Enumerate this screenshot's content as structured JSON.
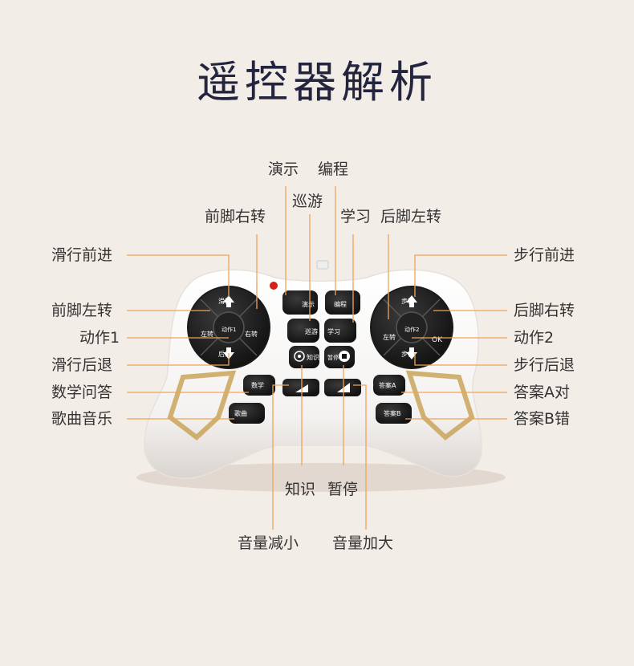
{
  "title": "遥控器解析",
  "labels": {
    "demo": "演示",
    "program": "编程",
    "patrol": "巡游",
    "front_foot_right": "前脚右转",
    "study": "学习",
    "rear_foot_left": "后脚左转",
    "slide_forward": "滑行前进",
    "walk_forward": "步行前进",
    "front_foot_left": "前脚左转",
    "rear_foot_right": "后脚右转",
    "action1": "动作1",
    "action2": "动作2",
    "slide_back": "滑行后退",
    "walk_back": "步行后退",
    "math_qa": "数学问答",
    "answer_a": "答案A对",
    "songs_music": "歌曲音乐",
    "answer_b": "答案B错",
    "knowledge": "知识",
    "pause": "暂停",
    "volume_down": "音量减小",
    "volume_up": "音量加大"
  },
  "buttons": {
    "slide_fwd": "滑行",
    "left_pad_left": "左转",
    "left_pad_center": "动作1",
    "left_pad_right": "右转",
    "slide_back": "后退",
    "right_pad_left": "左转",
    "right_pad_center": "动作2",
    "right_pad_right": "OK",
    "walk_fwd": "步行",
    "walk_back": "步行",
    "demo": "演示",
    "program": "编程",
    "patrol": "巡游",
    "study": "学习",
    "knowledge": "知识",
    "pause": "暂停",
    "math": "数学",
    "song": "歌曲",
    "answer_a": "答案A",
    "answer_b": "答案B"
  },
  "colors": {
    "background": "#f3ede7",
    "title": "#22253d",
    "callout_line": "#f0a35a",
    "controller_body": "#ffffff",
    "button": "#1c1c1c",
    "accent_gold": "#c9a45a",
    "led": "#d4211b"
  }
}
